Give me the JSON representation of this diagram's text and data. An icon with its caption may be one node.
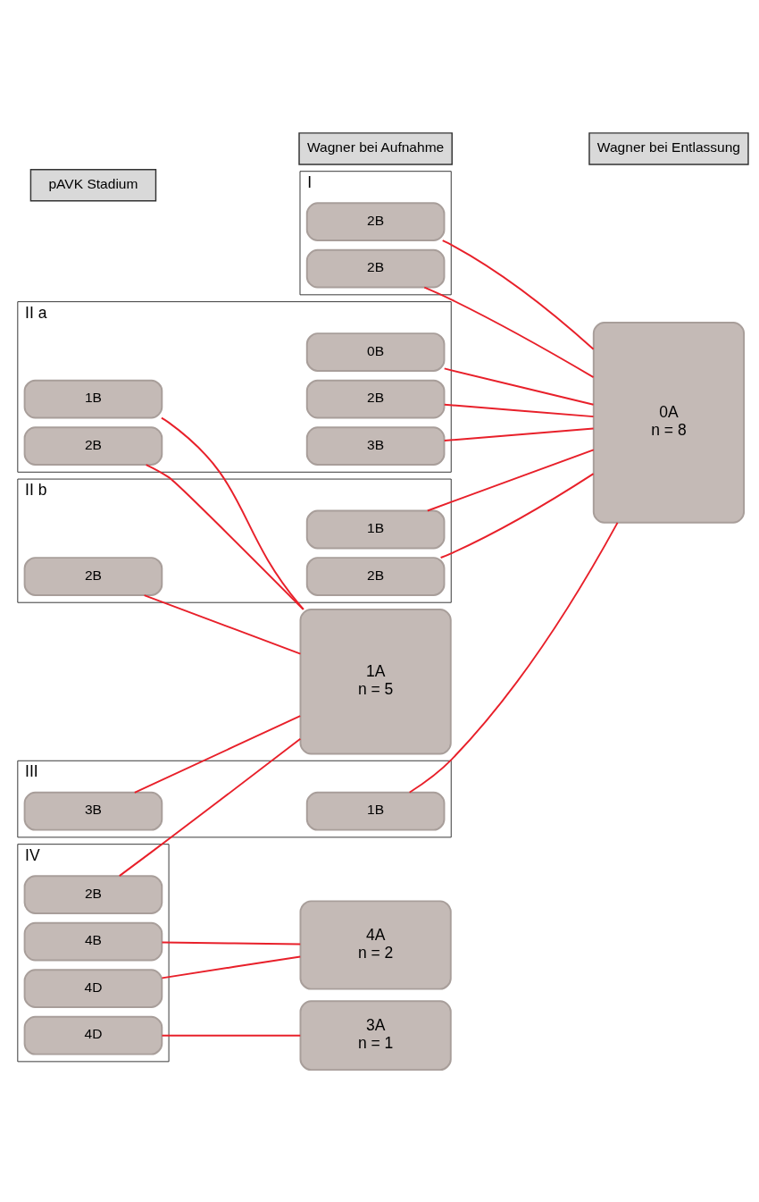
{
  "diagram": {
    "nodes": [
      {
        "text": [
          "pAVK Stadium"
        ]
      },
      {
        "text": [
          "Wagner bei Aufnahme"
        ]
      },
      {
        "text": [
          "Wagner bei Entlassung"
        ]
      },
      {
        "text": [
          "I"
        ]
      },
      {
        "text": [
          "2B"
        ],
        "in": 3
      },
      {
        "text": [
          "2B"
        ],
        "in": 3
      },
      {
        "text": [
          "II a"
        ]
      },
      {
        "text": [
          "0B"
        ],
        "in": 6
      },
      {
        "text": [
          "1B"
        ],
        "in": 6
      },
      {
        "text": [
          "2B"
        ],
        "in": 6
      },
      {
        "text": [
          "2B"
        ],
        "in": 6
      },
      {
        "text": [
          "3B"
        ],
        "in": 6
      },
      {
        "text": [
          "II b"
        ]
      },
      {
        "text": [
          "1B"
        ],
        "in": 12
      },
      {
        "text": [
          "2B"
        ],
        "in": 12
      },
      {
        "text": [
          "2B"
        ],
        "in": 12
      },
      {
        "text": [
          "III"
        ]
      },
      {
        "text": [
          "3B"
        ],
        "in": 16
      },
      {
        "text": [
          "1B"
        ],
        "in": 16
      },
      {
        "text": [
          "IV"
        ]
      },
      {
        "text": [
          "2B"
        ],
        "in": 19
      },
      {
        "text": [
          "4B"
        ],
        "in": 19
      },
      {
        "text": [
          "4D"
        ],
        "in": 19
      },
      {
        "text": [
          "4D"
        ],
        "in": 19
      },
      {
        "text": [
          "0A",
          "n = 8"
        ]
      },
      {
        "text": [
          "1A",
          "n = 5"
        ]
      },
      {
        "text": [
          "3A",
          "n = 1"
        ]
      },
      {
        "text": [
          "4A",
          "n = 2"
        ]
      }
    ],
    "edges": [
      {
        "from": 4,
        "to": 24,
        "arrow": "none"
      },
      {
        "from": 5,
        "to": 24,
        "arrow": "none"
      },
      {
        "from": 7,
        "to": 24,
        "arrow": "none"
      },
      {
        "from": 8,
        "to": 25,
        "arrow": "none"
      },
      {
        "from": 9,
        "to": 25,
        "arrow": "none"
      },
      {
        "from": 10,
        "to": 24,
        "arrow": "none"
      },
      {
        "from": 11,
        "to": 24,
        "arrow": "none"
      },
      {
        "from": 13,
        "to": 24,
        "arrow": "none"
      },
      {
        "from": 14,
        "to": 24,
        "arrow": "none"
      },
      {
        "from": 15,
        "to": 25,
        "arrow": "none"
      },
      {
        "from": 17,
        "to": 25,
        "arrow": "none"
      },
      {
        "from": 18,
        "to": 24,
        "arrow": "none"
      },
      {
        "from": 20,
        "to": 25,
        "arrow": "none"
      },
      {
        "from": 21,
        "to": 27,
        "arrow": "none"
      },
      {
        "from": 22,
        "to": 26,
        "arrow": "none"
      },
      {
        "from": 23,
        "to": 27,
        "arrow": "none"
      }
    ]
  }
}
